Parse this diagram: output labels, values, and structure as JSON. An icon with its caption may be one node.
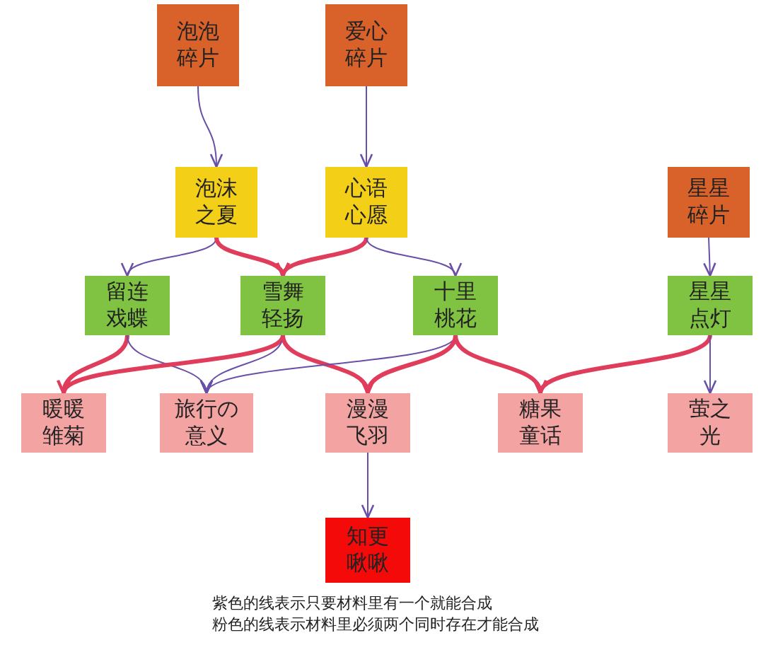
{
  "diagram": {
    "nodes": [
      {
        "text": [
          "泡泡碎片"
        ]
      },
      {
        "text": [
          "爱心碎片"
        ]
      },
      {
        "text": [
          "泡沫之夏"
        ]
      },
      {
        "text": [
          "心语心愿"
        ]
      },
      {
        "text": [
          "星星碎片"
        ]
      },
      {
        "text": [
          "留连戏蝶"
        ]
      },
      {
        "text": [
          "雪舞轻扬"
        ]
      },
      {
        "text": [
          "十里桃花"
        ]
      },
      {
        "text": [
          "星星点灯"
        ]
      },
      {
        "text": [
          "暖暖雏菊"
        ]
      },
      {
        "text": [
          "旅行の意义"
        ]
      },
      {
        "text": [
          "漫漫飞羽"
        ]
      },
      {
        "text": [
          "糖果童话"
        ]
      },
      {
        "text": [
          "萤之光"
        ]
      },
      {
        "text": [
          "知更啾啾"
        ]
      }
    ],
    "edges": [
      {
        "from": 0,
        "to": 2,
        "arrow": "to"
      },
      {
        "from": 1,
        "to": 3,
        "arrow": "to"
      },
      {
        "from": 2,
        "to": 5,
        "arrow": "to"
      },
      {
        "from": 2,
        "to": 6,
        "arrow": "to",
        "style": "thick",
        "color": "#e03c5c"
      },
      {
        "from": 3,
        "to": 6,
        "arrow": "to",
        "style": "thick",
        "color": "#e03c5c"
      },
      {
        "from": 3,
        "to": 7,
        "arrow": "to"
      },
      {
        "from": 4,
        "to": 8,
        "arrow": "to"
      },
      {
        "from": 5,
        "to": 9,
        "arrow": "to",
        "style": "thick",
        "color": "#e03c5c"
      },
      {
        "from": 5,
        "to": 10,
        "arrow": "to"
      },
      {
        "from": 6,
        "to": 9,
        "arrow": "to",
        "style": "thick",
        "color": "#e03c5c"
      },
      {
        "from": 6,
        "to": 10,
        "arrow": "to"
      },
      {
        "from": 6,
        "to": 11,
        "arrow": "to",
        "style": "thick",
        "color": "#e03c5c"
      },
      {
        "from": 7,
        "to": 10,
        "arrow": "to"
      },
      {
        "from": 7,
        "to": 11,
        "arrow": "to",
        "style": "thick",
        "color": "#e03c5c"
      },
      {
        "from": 7,
        "to": 12,
        "arrow": "to",
        "style": "thick",
        "color": "#e03c5c"
      },
      {
        "from": 8,
        "to": 12,
        "arrow": "to",
        "style": "thick",
        "color": "#e03c5c"
      },
      {
        "from": 8,
        "to": 13,
        "arrow": "to"
      },
      {
        "from": 11,
        "to": 14,
        "arrow": "to"
      }
    ],
    "labels": [
      "紫色的线表示只要材料里有一个就能合成",
      "粉色的线表示材料里必须两个同时存在才能合成"
    ]
  }
}
